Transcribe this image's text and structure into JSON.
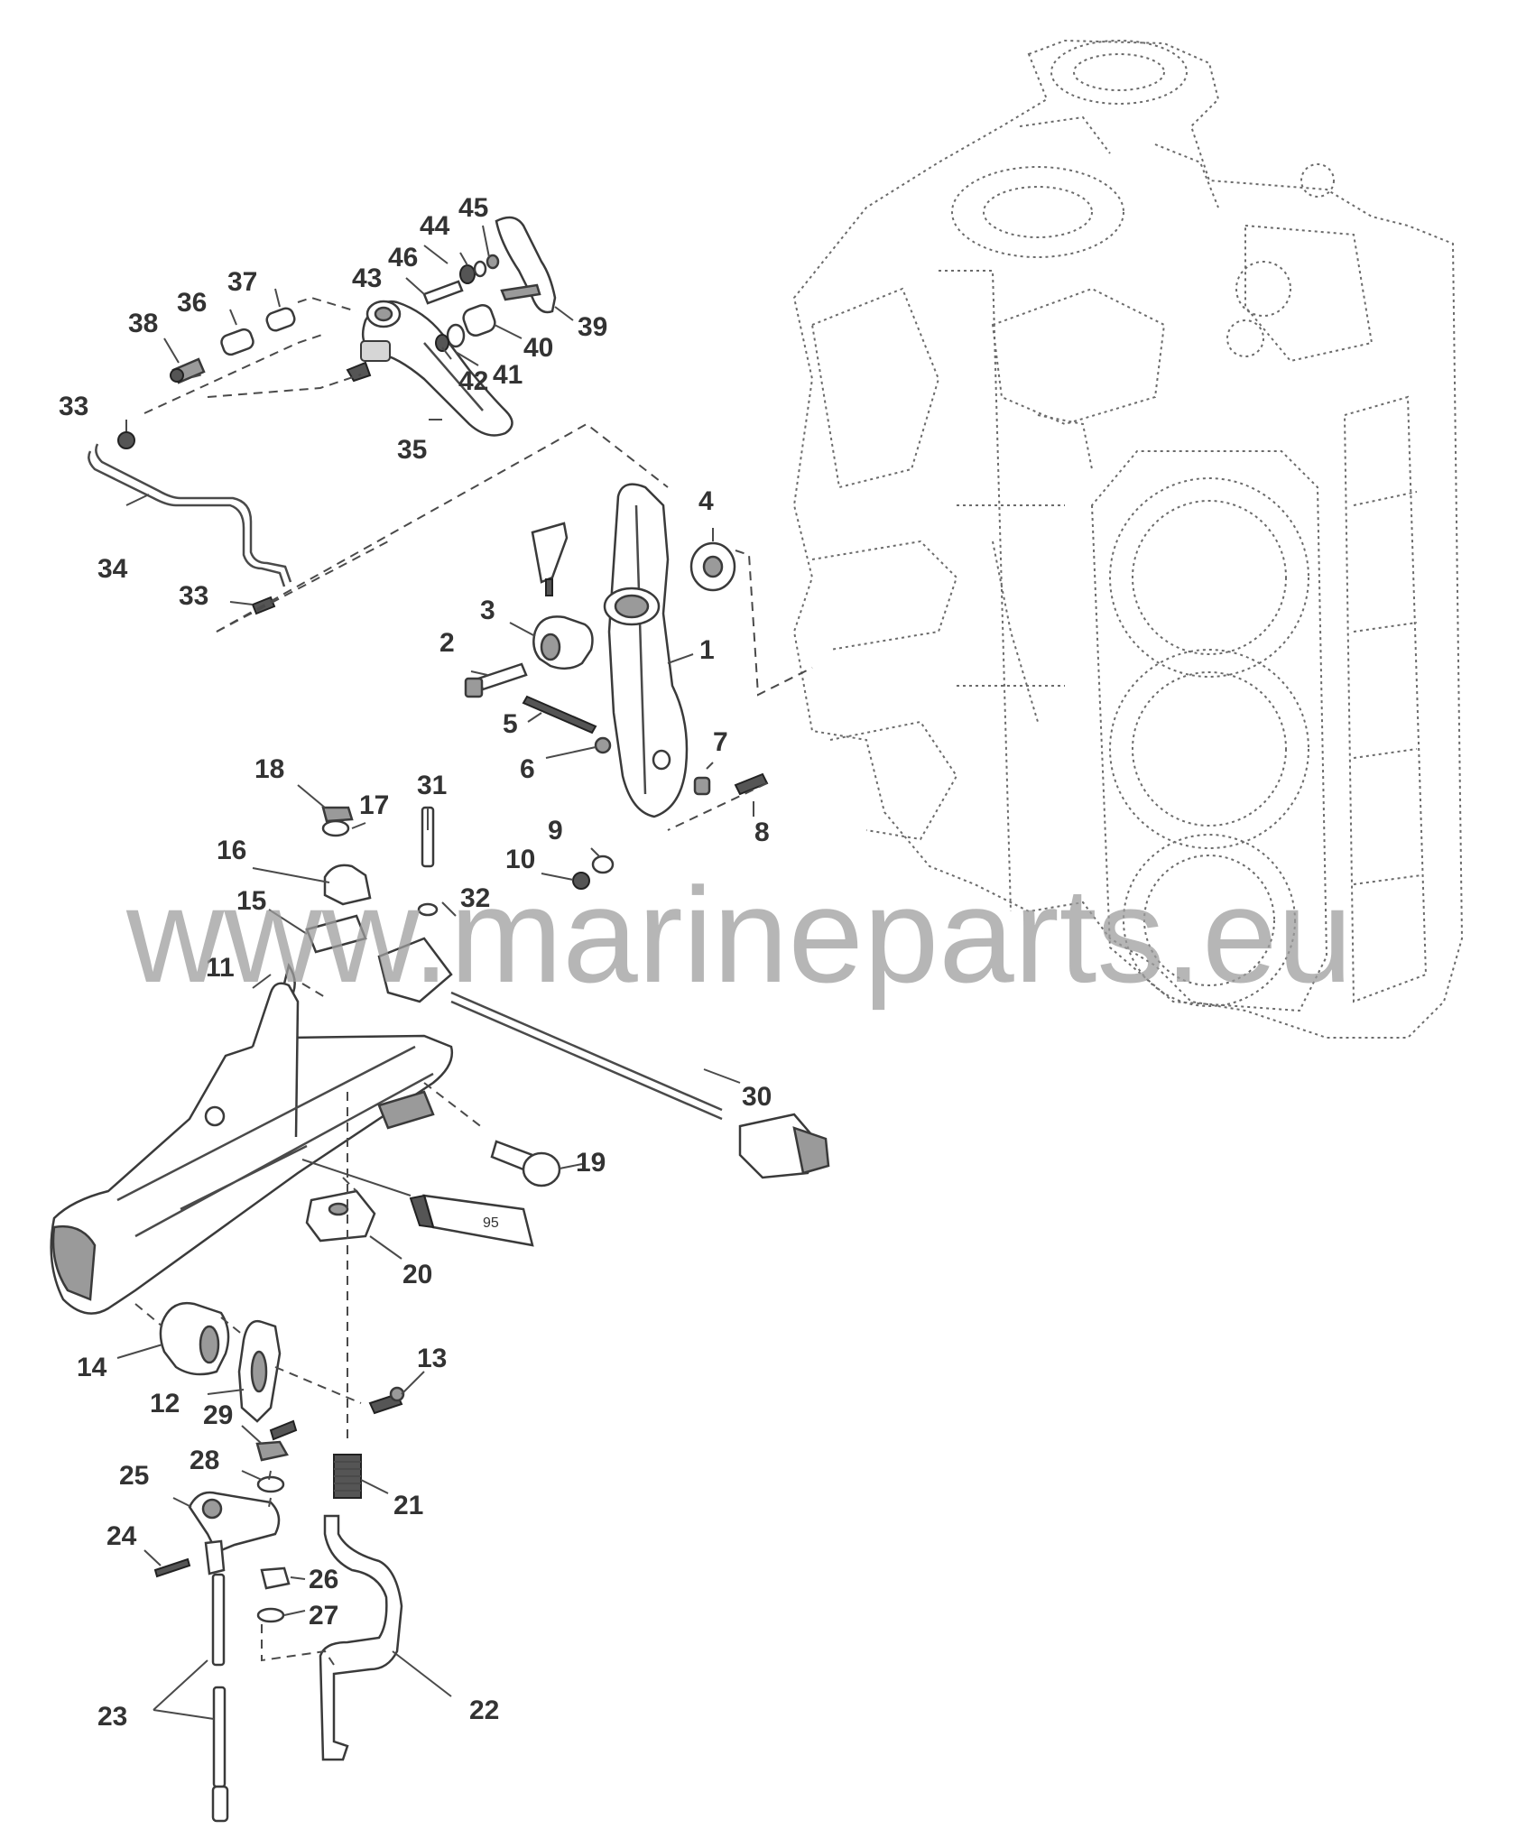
{
  "watermark": "www.marineparts.eu",
  "sealant_tube_label": "95",
  "part_labels": [
    "1",
    "2",
    "3",
    "4",
    "5",
    "6",
    "7",
    "8",
    "9",
    "10",
    "11",
    "12",
    "13",
    "14",
    "15",
    "16",
    "17",
    "18",
    "19",
    "20",
    "21",
    "22",
    "23",
    "24",
    "25",
    "26",
    "27",
    "28",
    "29",
    "30",
    "31",
    "32",
    "33",
    "33",
    "34",
    "35",
    "36",
    "37",
    "38",
    "39",
    "40",
    "41",
    "42",
    "43",
    "44",
    "45",
    "46"
  ]
}
